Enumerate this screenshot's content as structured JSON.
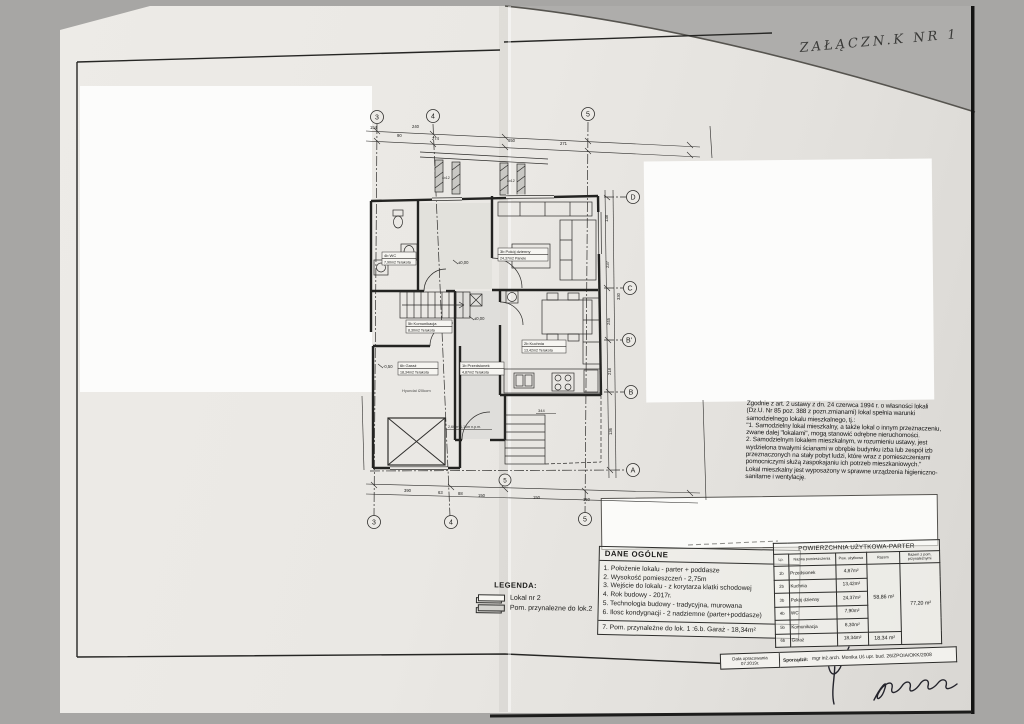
{
  "scan": {
    "handwritten_note": "ZAŁĄCZN.K  NR  1"
  },
  "legal": {
    "lines": [
      "Zgodnie z art. 2 ustawy z dn. 24 czerwca 1994 r. o własności lokali",
      "(Dz.U. Nr 85 poz. 388 z pozn.zmianami) lokal spełnia warunki",
      "samodzielnego lokalu mieszkalnego, tj.:",
      "\"1. Samodzielny lokal mieszkalny, a także lokal o innym przeznaczeniu,",
      "zwane dalej \"lokalami\", mogą stanowić odrębne nieruchomości.",
      " 2. Samodzielnym lokalem mieszkalnym, w rozumieniu ustawy, jest",
      "wydzielona trwałymi ścianami w obrębie budynku izba lub zespół izb",
      "przeznaczonych na stały pobyt ludzi, które wraz z  pomieszczeniami",
      "pomocniczymi służą zaspokajaniu ich potrzeb mieszkaniowych.\"",
      "Lokal mieszkalny jest wyposażony w sprawne urządzenia higieniczno-",
      "sanitarne i wentylację."
    ]
  },
  "dane": {
    "title": "DANE OGÓLNE",
    "items": [
      "1. Położenie lokalu - parter + poddasze",
      "2. Wysokość pomieszczeń - 2,75m",
      "3. Wejście do lokalu - z korytarza klatki schodowej",
      "4. Rok budowy - 2017r.",
      "5. Technologia budowy - tradycyjna, murowana",
      "6. Ilosc kondygnacji - 2 nadziemne (parter+poddasze)"
    ],
    "item7": "7. Pom. przynależne do lok. 1 :6.b. Garaż - 18,34m²"
  },
  "legend": {
    "title": "LEGENDA:",
    "item1": "Lokal nr 2",
    "item2": "Pom. przynalezne do lok.2"
  },
  "area_table": {
    "title": "POWIERZCHNIA  UŻYTKOWA-PARTER",
    "headers": {
      "lp": "Lp.",
      "name": "Nazwa pomieszczenia",
      "area": "Pow. użytkowa",
      "sum": "Razem",
      "sum_annex": "Razem z pom. przynależnymi"
    },
    "rows": [
      {
        "lp": "1b",
        "name": "Przedsionek",
        "area": "4,87m²"
      },
      {
        "lp": "2b",
        "name": "Kuchnia",
        "area": "13,42m²"
      },
      {
        "lp": "3b",
        "name": "Pokój dzienny",
        "area": "24,37m²"
      },
      {
        "lp": "4b",
        "name": "WC",
        "area": "7,90m²"
      },
      {
        "lp": "5b",
        "name": "Komunikacja",
        "area": "8,30m²"
      },
      {
        "lp": "6b",
        "name": "Garaż",
        "area": "18,34m²"
      }
    ],
    "sum_rooms": "58,86 m²",
    "sum_garage": "18,34 m²",
    "sum_total": "77,20 m²"
  },
  "footer": {
    "date_label": "Data opracowania",
    "date": "07.2019r.",
    "author_label": "Sporządził:",
    "author": "mgr inż.arch. Monika Uś upr. bud. 26/ZPOIA/OKK/2008"
  },
  "plan": {
    "grid": {
      "top": [
        "3",
        "4",
        "5"
      ],
      "bottom": [
        "3",
        "4",
        "5"
      ],
      "bottom_extra": "5",
      "right": [
        "D",
        "C",
        "B'",
        "B",
        "A"
      ]
    },
    "rooms": [
      {
        "line1": "4b  WC",
        "line2": "7,90m2  Terakota"
      },
      {
        "line1": "3b  Pokój dzienny",
        "line2": "24,37m2  Panele"
      },
      {
        "line1": "5b  Komunikacja",
        "line2": "8,30m2  Terakota"
      },
      {
        "line1": "2b  Kuchnia",
        "line2": "13,42m2  Terakota"
      },
      {
        "line1": "1b  Przedsionek",
        "line2": "4,87m2  Terakota"
      },
      {
        "line1": "6b  Garaż",
        "line2": "18,34m2  Terakota"
      }
    ],
    "annotations": {
      "level_zero": "±0,00",
      "level_zero2": "±0,00",
      "level_garage": "-0,50",
      "car": "Hyundai i20kom",
      "stairs_note": "2,60m+1,10m n.p.m.",
      "post_dim1": "4x12",
      "post_dim2": "4x12",
      "dim_344": "344"
    },
    "dims": {
      "d1": "154",
      "d2": "90",
      "d3": "240",
      "d4": "274",
      "d5": "650",
      "d6": "271",
      "d7": "390",
      "d8": "63",
      "d9": "88",
      "d10": "150",
      "d11": "150",
      "d12": "150",
      "d13": "138",
      "d14": "237",
      "d15": "245",
      "d16": "218",
      "d17": "136",
      "d18": "330"
    }
  }
}
